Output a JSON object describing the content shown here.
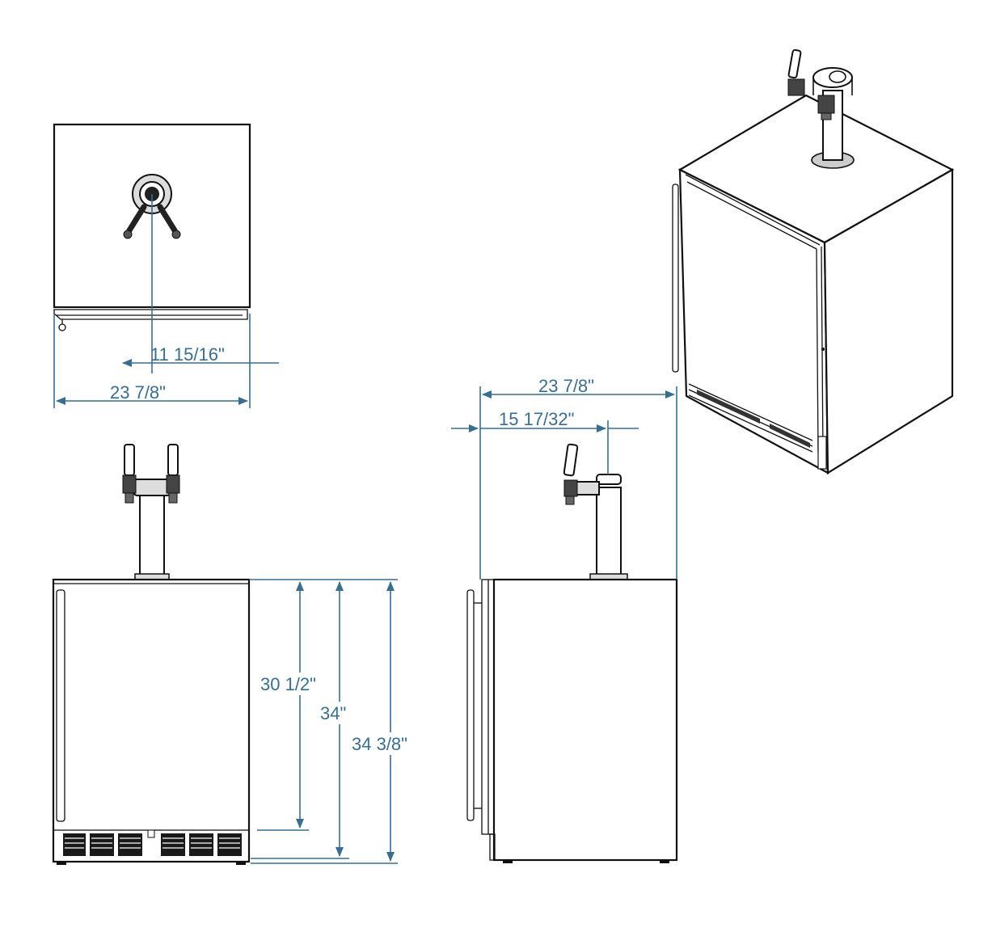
{
  "dimensions": {
    "tower_offset": "11 15/16\"",
    "top_width": "23 7/8\"",
    "side_depth": "23 7/8\"",
    "side_tower_offset": "15 17/32\"",
    "cabinet_height": "30 1/2\"",
    "height_min": "34\"",
    "height_max": "34 3/8\""
  },
  "colors": {
    "dimension_line": "#3a6e8f",
    "outline": "#111111"
  },
  "views": [
    "top-view",
    "front-view",
    "side-view",
    "isometric-view"
  ]
}
